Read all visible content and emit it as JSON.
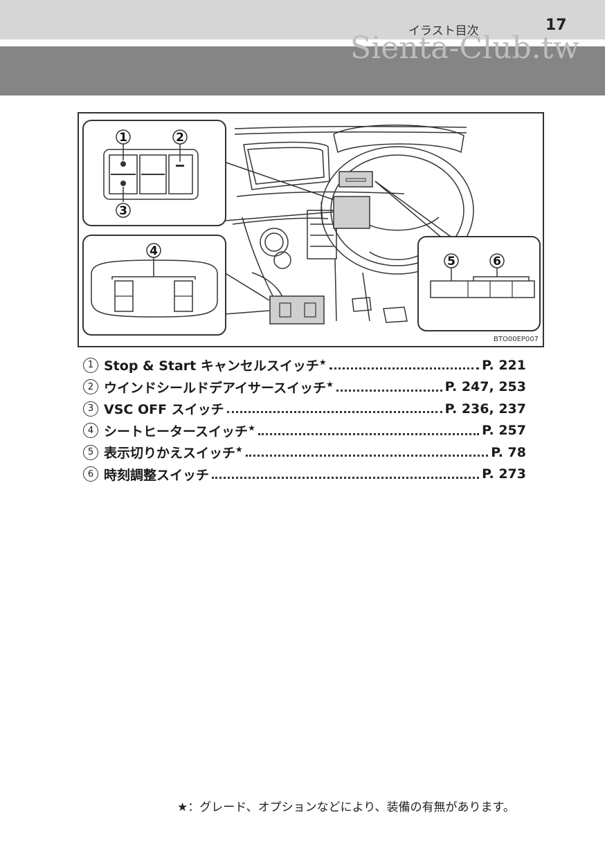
{
  "header": {
    "section_title": "イラスト目次",
    "page_number": "17",
    "watermark": "Sienta-Club.tw"
  },
  "figure": {
    "code": "BTO00EP007",
    "callouts": [
      "1",
      "2",
      "3",
      "4",
      "5",
      "6"
    ]
  },
  "items": [
    {
      "num": "1",
      "label": "Stop & Start キャンセルスイッチ",
      "star": "★",
      "page": "P. 221"
    },
    {
      "num": "2",
      "label": "ウインドシールドデアイサースイッチ",
      "star": "★",
      "page": "P. 247, 253"
    },
    {
      "num": "3",
      "label": "VSC OFF スイッチ",
      "star": "",
      "page": "P. 236, 237"
    },
    {
      "num": "4",
      "label": "シートヒータースイッチ",
      "star": "★",
      "page": "P. 257"
    },
    {
      "num": "5",
      "label": "表示切りかえスイッチ",
      "star": "★",
      "page": "P. 78"
    },
    {
      "num": "6",
      "label": "時刻調整スイッチ",
      "star": "",
      "page": "P. 273"
    }
  ],
  "footnote": {
    "star": "★",
    "text": "：グレード、オプションなどにより、装備の有無があります。"
  }
}
